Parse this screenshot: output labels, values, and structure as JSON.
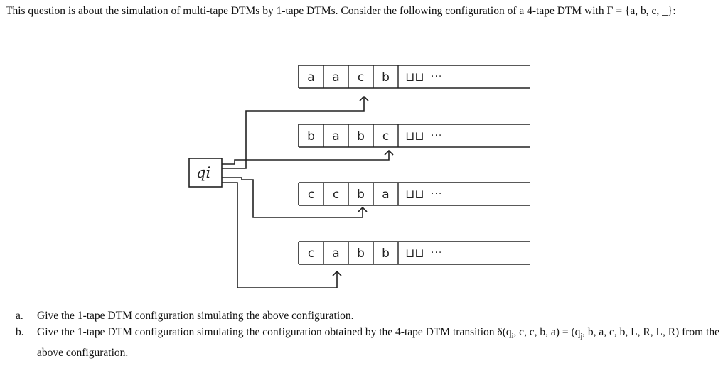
{
  "intro": {
    "text": "This question is about the simulation of multi-tape DTMs by 1-tape DTMs. Consider the following configuration of a 4-tape DTM with Γ = {a, b, c, _}:"
  },
  "figure": {
    "state_label": "qi",
    "blank_symbol": "⊔⊔",
    "ellipsis": "···",
    "tapes": [
      {
        "cells": [
          "a",
          "a",
          "c",
          "b"
        ],
        "head_index": 2
      },
      {
        "cells": [
          "b",
          "a",
          "b",
          "c"
        ],
        "head_index": 3
      },
      {
        "cells": [
          "c",
          "c",
          "b",
          "a"
        ],
        "head_index": 2
      },
      {
        "cells": [
          "c",
          "a",
          "b",
          "b"
        ],
        "head_index": 1
      }
    ]
  },
  "questions": [
    {
      "label": "a.",
      "text": "Give the 1-tape DTM configuration simulating the above configuration."
    },
    {
      "label": "b.",
      "text_before": "Give the 1-tape DTM configuration simulating the configuration obtained by the 4-tape DTM transition δ(q",
      "sub1": "i",
      "text_middle": ", c, c, b, a) = (q",
      "sub2": "j",
      "text_after": ", b, a, c, b, L, R, L, R) from the above configuration."
    }
  ]
}
